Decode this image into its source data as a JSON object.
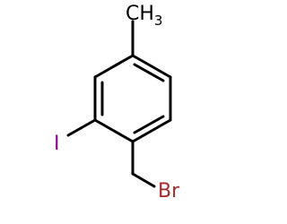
{
  "molecule": {
    "labels": {
      "methyl": "CH",
      "methyl_subscript": "3",
      "iodine": "I",
      "bromine": "Br"
    },
    "colors": {
      "bond": "#000000",
      "carbon_label": "#000000",
      "iodine": "#940094",
      "bromine": "#a52a2a"
    }
  }
}
